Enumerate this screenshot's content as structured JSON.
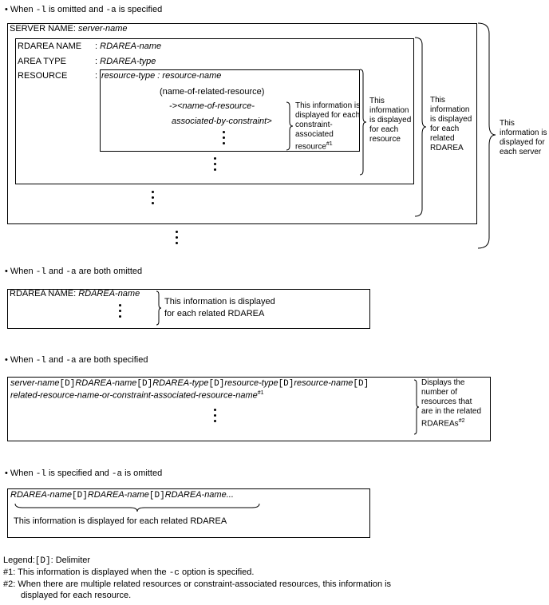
{
  "section1": {
    "heading": {
      "bullet": "•",
      "pre": " When ",
      "opt1": "-l",
      "mid": " is omitted and ",
      "opt2": "-a",
      "post": " is specified"
    },
    "server": {
      "label": "SERVER NAME: ",
      "value": "server-name"
    },
    "rdarea_name": {
      "label": "RDAREA NAME",
      "sep": ": ",
      "value": "RDAREA-name"
    },
    "area_type": {
      "label": "AREA TYPE",
      "sep": ": ",
      "value": "RDAREA-type"
    },
    "resource": {
      "label": "RESOURCE",
      "sep": ": ",
      "value": "resource-type : resource-name"
    },
    "related_resource": "(name-of-related-resource)",
    "constraint_line1": "-><name-of-resource-",
    "constraint_line2": "associated-by-constraint>",
    "note_constraint": {
      "text": "This information is displayed for each constraint-associated resource",
      "sup": "#1"
    },
    "note_resource": "This information is displayed for each resource",
    "note_rdarea": "This information is displayed for each related RDAREA",
    "note_server": "This information is displayed for each server"
  },
  "section2": {
    "heading": {
      "bullet": "•",
      "pre": " When ",
      "opt1": "-l",
      "mid": " and ",
      "opt2": "-a",
      "post": " are both omitted"
    },
    "rdarea": {
      "label": "RDAREA NAME: ",
      "value": "RDAREA-name"
    },
    "note_line1": "This information is displayed",
    "note_line2": "for each related RDAREA"
  },
  "section3": {
    "heading": {
      "bullet": "•",
      "pre": "  When ",
      "opt1": "-l",
      "mid": " and ",
      "opt2": "-a",
      "post": " are both specified"
    },
    "line1": [
      {
        "t": "server-name",
        "c": "it"
      },
      {
        "t": "[D]",
        "c": "mono"
      },
      {
        "t": "RDAREA-name",
        "c": "it"
      },
      {
        "t": "[D]",
        "c": "mono"
      },
      {
        "t": "RDAREA-type",
        "c": "it"
      },
      {
        "t": "[D]",
        "c": "mono"
      },
      {
        "t": "resource-type",
        "c": "it"
      },
      {
        "t": "[D]",
        "c": "mono"
      },
      {
        "t": "resource-name",
        "c": "it"
      },
      {
        "t": "[D]",
        "c": "mono"
      }
    ],
    "line2": "related-resource-name-or-constraint-associated-resource-name",
    "line2_sup": "#1",
    "note": {
      "text": "Displays the number of resources that are in the related RDAREAs",
      "sup": "#2"
    }
  },
  "section4": {
    "heading": {
      "bullet": "•",
      "pre": " When ",
      "opt1": "-l",
      "mid": " is specified and ",
      "opt2": "-a",
      "post": " is omitted"
    },
    "line": [
      {
        "t": "RDAREA-name",
        "c": "it"
      },
      {
        "t": "[D]",
        "c": "mono"
      },
      {
        "t": "RDAREA-name",
        "c": "it"
      },
      {
        "t": "[D]",
        "c": "mono"
      },
      {
        "t": "RDAREA-name...",
        "c": "it"
      }
    ],
    "note": "This information is displayed for each related RDAREA"
  },
  "legend": {
    "label": "Legend:",
    "code": "[D]",
    "text": ": Delimiter",
    "n1_pre": "#1: This information is displayed when the ",
    "n1_opt": "-c",
    "n1_post": " option is specified.",
    "n2_line1": "#2: When there are multiple related resources or constraint-associated resources, this information is",
    "n2_line2": "displayed for each resource."
  }
}
